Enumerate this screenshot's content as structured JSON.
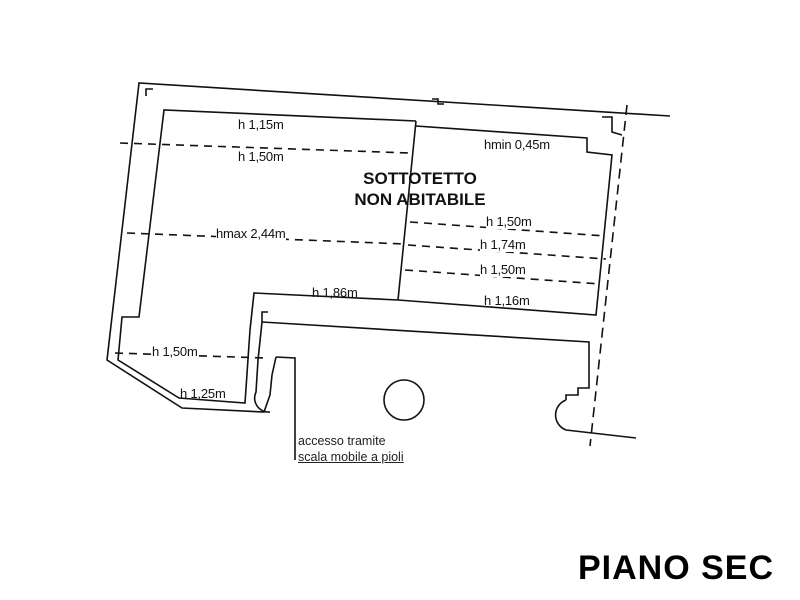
{
  "room": {
    "name_line1": "SOTTOTETTO",
    "name_line2": "NON ABITABILE"
  },
  "heights": {
    "h1": "h 1,15m",
    "h2": "h 1,50m",
    "hmin": "hmin 0,45m",
    "hmax": "hmax 2,44m",
    "h3": "h 1,50m",
    "h4": "h 1,74m",
    "h5": "h 1,50m",
    "h6": "h 1,86m",
    "h7": "h 1,16m",
    "h8": "h 1,50m",
    "h9": "h 1,25m"
  },
  "access_note": {
    "line1": "accesso tramite",
    "line2": "scala mobile a pioli"
  },
  "floor_title": "PIANO SEC"
}
